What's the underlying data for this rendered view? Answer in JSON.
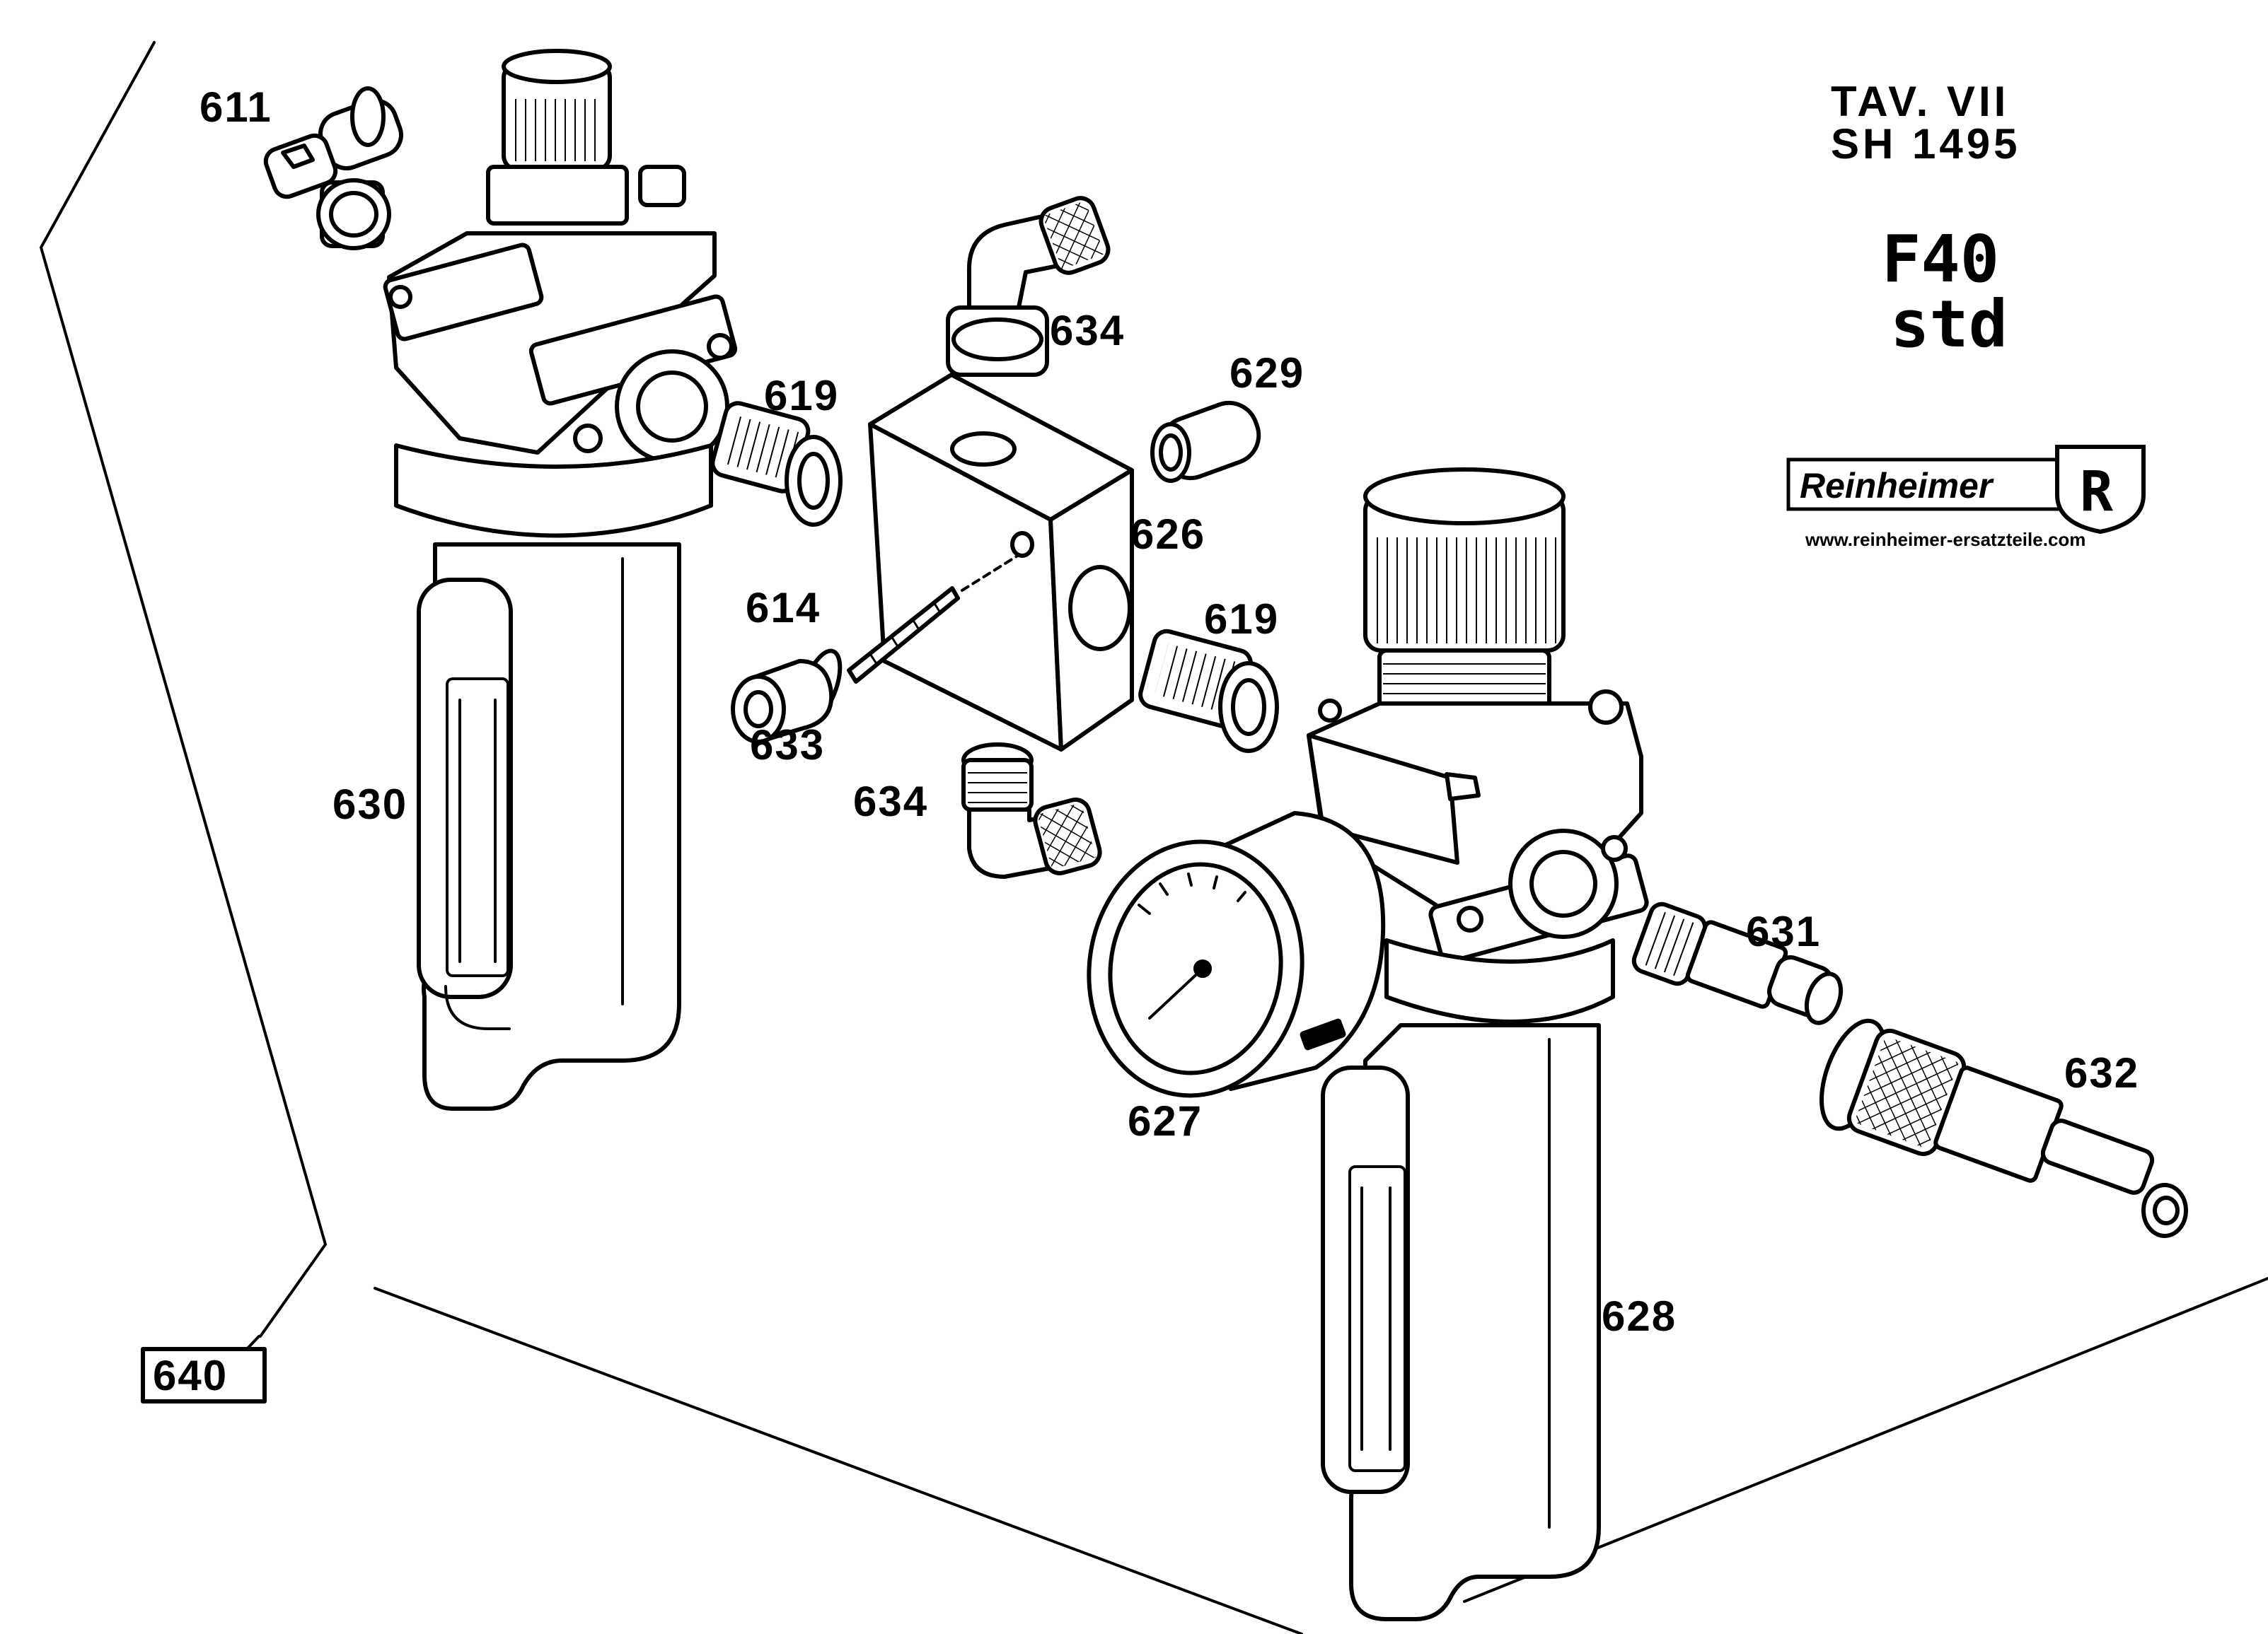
{
  "sheet": {
    "table_label": "TAV. VII",
    "sheet_code": "SH 1495",
    "model": "F40",
    "variant": "std",
    "brand": "Reinheimer",
    "brand_emblem": "R",
    "website": "www.reinheimer-ersatzteile.com"
  },
  "callouts": {
    "p611": "611",
    "p619a": "619",
    "p619b": "619",
    "p614": "614",
    "p633": "633",
    "p626": "626",
    "p629": "629",
    "p634a": "634",
    "p634b": "634",
    "p630": "630",
    "p627": "627",
    "p628": "628",
    "p631": "631",
    "p632": "632",
    "p640": "640"
  },
  "colors": {
    "ink": "#000000",
    "paper": "#ffffff"
  }
}
